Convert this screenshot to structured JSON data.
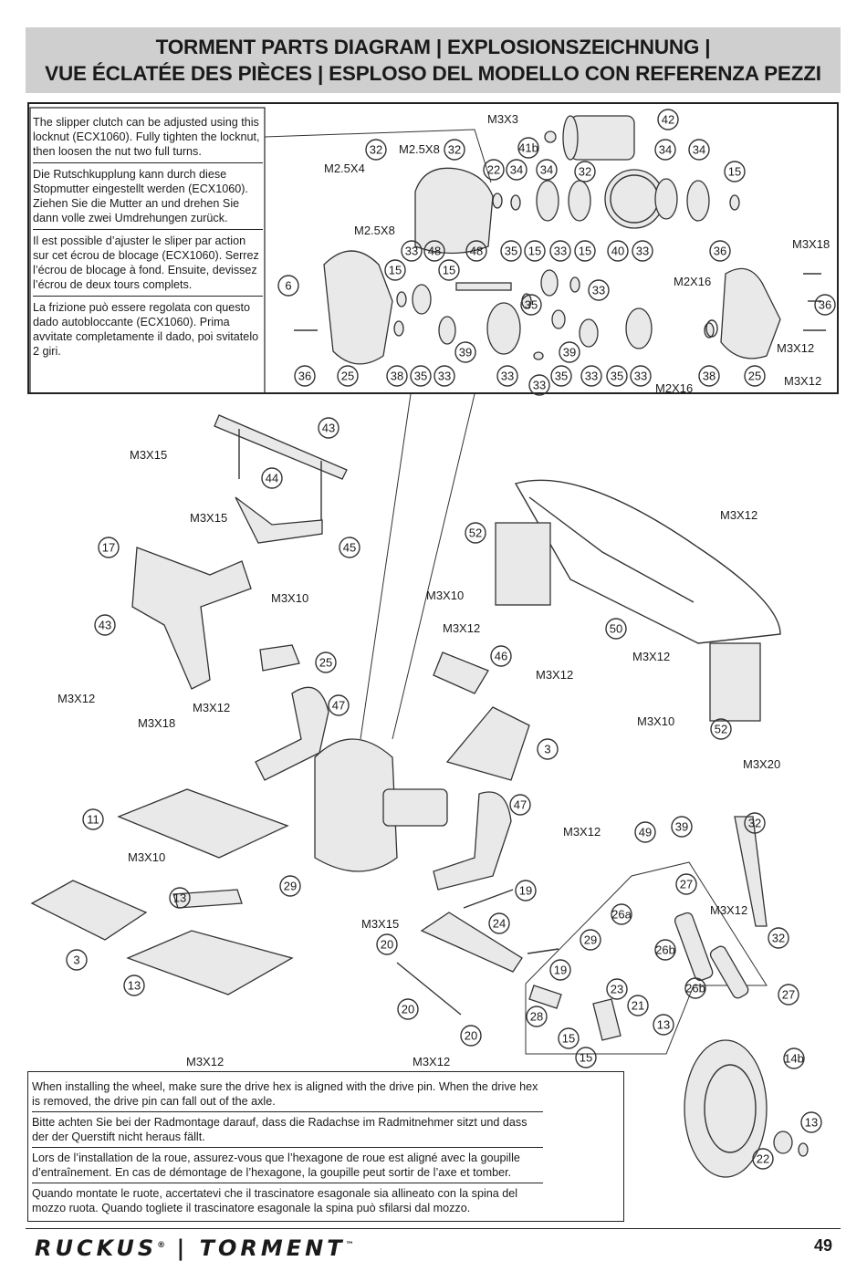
{
  "header": {
    "line1": "TORMENT PARTS DIAGRAM | EXPLOSIONSZEICHNUNG |",
    "line2": "VUE ÉCLATÉE DES PIÈCES | ESPLOSO DEL MODELLO CON REFERENZA PEZZI"
  },
  "slipper_notes": [
    "The slipper clutch can be adjusted using this locknut (ECX1060). Fully tighten the locknut, then loosen the nut two full turns.",
    "Die Rutschkupplung kann durch diese Stopmutter eingestellt werden (ECX1060). Ziehen Sie die Mutter an und drehen Sie dann volle zwei Umdrehungen zurück.",
    "Il est possible d’ajuster le sliper par action sur cet écrou de blocage (ECX1060). Serrez l’écrou de blocage à fond. Ensuite, devissez l’écrou de deux tours complets.",
    "La frizione può essere regolata con questo dado autobloccante (ECX1060). Prima avvitate completamente il dado, poi svitatelo 2 giri."
  ],
  "wheel_notes": [
    "When installing the wheel, make sure the drive hex is aligned with the drive pin. When the drive hex is removed, the drive pin can fall out of the axle.",
    "Bitte achten Sie bei der Radmontage darauf, dass die Radachse im Radmitnehmer sitzt und dass der der Querstift nicht heraus fällt.",
    "Lors de l’installation de la roue, assurez-vous que l’hexagone de roue est aligné avec la goupille d’entraînement. En cas de démontage de l’hexagone, la goupille peut sortir de l’axe et tomber.",
    "Quando montate le ruote, accertatevi che il trascinatore esagonale sia allineato con la spina del mozzo ruota. Quando togliete il trascinatore esagonale la spina può sfilarsi dal mozzo."
  ],
  "footer": {
    "brand": "RUCKUS",
    "brand_mark": "®",
    "separator": "|",
    "model": "TORMENT",
    "model_mark": "™",
    "page_number": "49"
  },
  "callouts_gearbox": [
    "32",
    "32",
    "42",
    "41b",
    "22",
    "34",
    "34",
    "32",
    "34",
    "34",
    "15",
    "33",
    "48",
    "48",
    "35",
    "15",
    "33",
    "15",
    "40",
    "33",
    "36",
    "6",
    "15",
    "15",
    "35",
    "33",
    "36",
    "39",
    "39",
    "36",
    "25",
    "38",
    "35",
    "33",
    "33",
    "33",
    "35",
    "33",
    "35",
    "33",
    "38",
    "25"
  ],
  "hardware_gearbox": [
    "M3X3",
    "M2.5X8",
    "M2.5X4",
    "M2.5X8",
    "M3X18",
    "M2X16",
    "M3X12",
    "M3X12",
    "M2X16"
  ],
  "callouts_chassis": [
    "43",
    "44",
    "17",
    "45",
    "43",
    "25",
    "47",
    "52",
    "50",
    "46",
    "52",
    "3",
    "47",
    "11",
    "13",
    "29",
    "3",
    "13",
    "24",
    "20",
    "19",
    "29",
    "19",
    "20",
    "20",
    "49",
    "39",
    "32",
    "27",
    "26a",
    "26b",
    "26b",
    "32",
    "27",
    "28",
    "23",
    "21",
    "13",
    "15",
    "15",
    "14b",
    "13",
    "22"
  ],
  "hardware_chassis": [
    "M3X15",
    "M3X15",
    "M3X10",
    "M3X12",
    "M3X12",
    "M3X18",
    "M3X10",
    "M3X12",
    "M3X10",
    "M3X12",
    "M3X12",
    "M3X12",
    "M3X10",
    "M3X12",
    "M3X20",
    "M3X12",
    "M3X15",
    "M3X12",
    "M3X12"
  ]
}
